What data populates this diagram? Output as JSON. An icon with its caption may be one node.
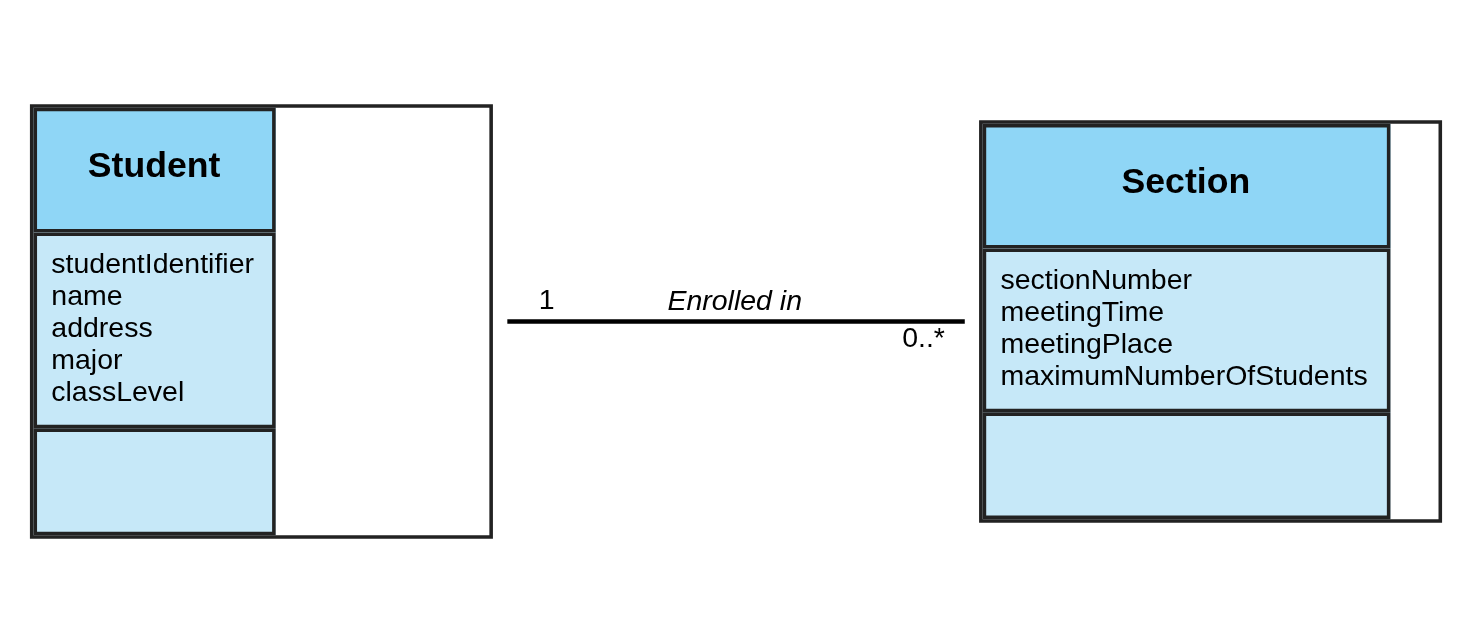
{
  "diagram": {
    "nodes": [
      {
        "text": [
          "Student",
          "studentIdentifier",
          "name",
          "address",
          "major",
          "classLevel"
        ]
      },
      {
        "text": [
          "Section",
          "sectionNumber",
          "meetingTime",
          "meetingPlace",
          "maximumNumberOfStudents"
        ]
      }
    ],
    "edges": [
      {
        "from": 0,
        "to": 1,
        "arrow": "none",
        "label": "Enrolled in"
      }
    ],
    "labels": [
      "1",
      "0..*"
    ]
  }
}
